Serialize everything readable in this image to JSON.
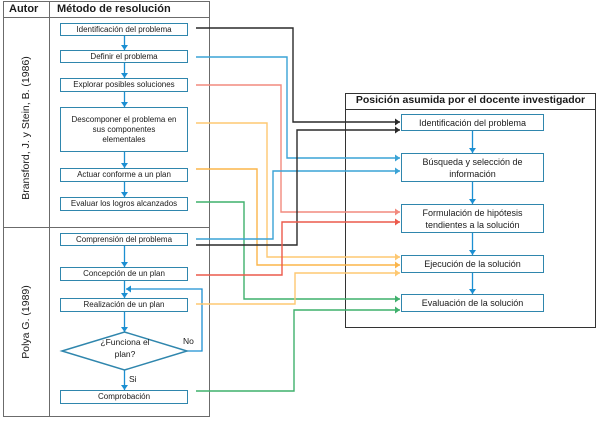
{
  "left_table": {
    "header_author": "Autor",
    "header_method": "Método de resolución",
    "sections": [
      {
        "author": "Bransford, J. y Stein, B. (1986)",
        "steps": [
          "Identificación del problema",
          "Definir el problema",
          "Explorar posibles soluciones",
          "Descomponer el problema en sus componentes elementales",
          "Actuar conforme a un plan",
          "Evaluar los logros alcanzados"
        ]
      },
      {
        "author": "Polya G. (1989)",
        "steps": [
          "Comprensión del problema",
          "Concepción de un plan",
          "Realización de un plan"
        ],
        "decision": "¿Funciona el plan?",
        "decision_no": "No",
        "decision_yes": "Si",
        "final_step": "Comprobación"
      }
    ]
  },
  "right_panel": {
    "title": "Posición asumida por el docente investigador",
    "steps": [
      "Identificación del problema",
      "Búsqueda y selección de información",
      "Formulación de hipótesis tendientes a la solución",
      "Ejecución de la solución",
      "Evaluación de la solución"
    ]
  },
  "colors": {
    "box_border": "#2f86ad",
    "flow_arrow": "#1b8fd2",
    "black": "#2a2a2a",
    "blue": "#3aa3d6",
    "salmon": "#f28a7e",
    "red": "#ec5a4c",
    "orange": "#fbb54a",
    "light_orange": "#fdc872",
    "green": "#3fb06c"
  },
  "connections": [
    {
      "from": "Identificación del problema",
      "to": "Identificación del problema",
      "color": "black"
    },
    {
      "from": "Definir el problema",
      "to": "Búsqueda y selección de información",
      "color": "blue"
    },
    {
      "from": "Explorar posibles soluciones",
      "to": "Formulación de hipótesis tendientes a la solución",
      "color": "salmon"
    },
    {
      "from": "Descomponer el problema en sus componentes elementales",
      "to": "Ejecución de la solución",
      "color": "light_orange"
    },
    {
      "from": "Actuar conforme a un plan",
      "to": "Ejecución de la solución",
      "color": "orange"
    },
    {
      "from": "Evaluar los logros alcanzados",
      "to": "Evaluación de la solución",
      "color": "green"
    },
    {
      "from": "Comprensión del problema",
      "to": "Búsqueda y selección de información",
      "color": "blue"
    },
    {
      "from": "Comprensión del problema",
      "to": "Identificación del problema",
      "color": "black"
    },
    {
      "from": "Concepción de un plan",
      "to": "Formulación de hipótesis tendientes a la solución",
      "color": "red"
    },
    {
      "from": "Realización de un plan",
      "to": "Ejecución de la solución",
      "color": "light_orange"
    },
    {
      "from": "Comprobación",
      "to": "Evaluación de la solución",
      "color": "green"
    }
  ]
}
